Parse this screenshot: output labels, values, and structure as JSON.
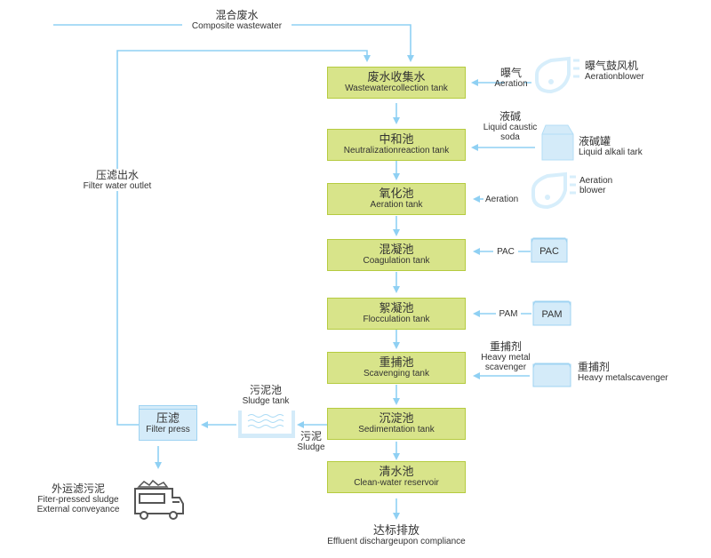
{
  "colors": {
    "tank_fill": "#d8e48a",
    "tank_border": "#b5cb3f",
    "flow_line": "#8fd0f3",
    "equipment_fill": "#d4ebf9",
    "equipment_stroke": "#9fd3f2",
    "text": "#333333"
  },
  "inflow": {
    "zh": "混合废水",
    "en": "Composite wastewater"
  },
  "return": {
    "zh": "压滤出水",
    "en": "Filter water outlet"
  },
  "tanks": [
    {
      "zh": "废水收集水",
      "en": "Wastewatercollection tank"
    },
    {
      "zh": "中和池",
      "en": "Neutralizationreaction  tank"
    },
    {
      "zh": "氧化池",
      "en": "Aeration tank"
    },
    {
      "zh": "混凝池",
      "en": "Coagulation tank"
    },
    {
      "zh": "絮凝池",
      "en": "Flocculation tank"
    },
    {
      "zh": "重捕池",
      "en": "Scavenging tank"
    },
    {
      "zh": "沉淀池",
      "en": "Sedimentation tank"
    },
    {
      "zh": "清水池",
      "en": "Clean-water reservoir"
    }
  ],
  "inputs": [
    {
      "zh": "曝气",
      "en": "Aeration",
      "equipment_zh": "曝气鼓风机",
      "equipment_en": "Aerationblower",
      "icon": "blower-icon"
    },
    {
      "zh": "液碱",
      "en": "Liquid caustic soda",
      "equipment_zh": "液碱罐",
      "equipment_en": "Liquid alkali tark",
      "icon": "tank-icon"
    },
    {
      "zh": "",
      "en": "Aeration",
      "equipment_zh": "",
      "equipment_en": "Aeration blower",
      "icon": "blower-icon"
    },
    {
      "zh": "",
      "en": "PAC",
      "equipment_label": "PAC",
      "icon": "chemical-box-icon"
    },
    {
      "zh": "",
      "en": "PAM",
      "equipment_label": "PAM",
      "icon": "chemical-box-icon"
    },
    {
      "zh": "重捕剂",
      "en": "Heavy metal scavenger",
      "equipment_zh": "重捕剂",
      "equipment_en": "Heavy metalscavenger",
      "icon": "chemical-box-icon"
    }
  ],
  "sludge": {
    "flow": {
      "zh": "污泥",
      "en": "Sludge"
    },
    "tank": {
      "zh": "污泥池",
      "en": "Sludge tank"
    },
    "press": {
      "zh": "压滤",
      "en": "Filter press"
    },
    "out": {
      "zh": "外运滤污泥",
      "en1": "Fiter-pressed sludge",
      "en2": "External  conveyance"
    }
  },
  "discharge": {
    "zh": "达标排放",
    "en": "Effluent dischargeupon compliance"
  }
}
